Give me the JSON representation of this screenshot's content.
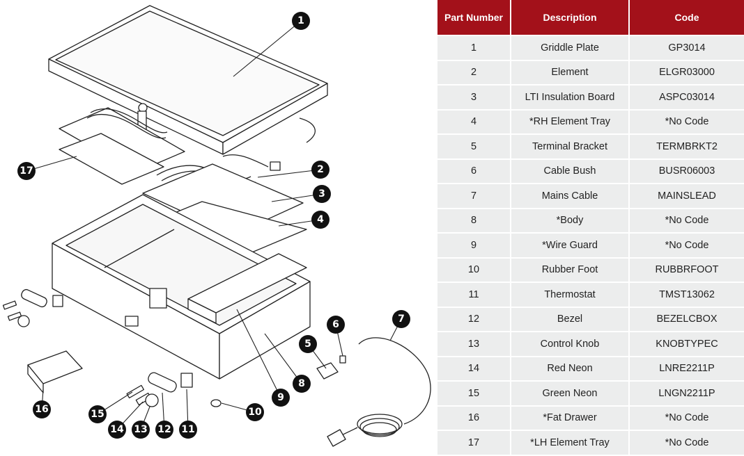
{
  "table": {
    "headers": [
      "Part Number",
      "Description",
      "Code"
    ],
    "rows": [
      [
        "1",
        "Griddle Plate",
        "GP3014"
      ],
      [
        "2",
        "Element",
        "ELGR03000"
      ],
      [
        "3",
        "LTI Insulation Board",
        "ASPC03014"
      ],
      [
        "4",
        "*RH Element Tray",
        "*No Code"
      ],
      [
        "5",
        "Terminal Bracket",
        "TERMBRKT2"
      ],
      [
        "6",
        "Cable Bush",
        "BUSR06003"
      ],
      [
        "7",
        "Mains Cable",
        "MAINSLEAD"
      ],
      [
        "8",
        "*Body",
        "*No Code"
      ],
      [
        "9",
        "*Wire Guard",
        "*No Code"
      ],
      [
        "10",
        "Rubber Foot",
        "RUBBRFOOT"
      ],
      [
        "11",
        "Thermostat",
        "TMST13062"
      ],
      [
        "12",
        "Bezel",
        "BEZELCBOX"
      ],
      [
        "13",
        "Control Knob",
        "KNOBTYPEC"
      ],
      [
        "14",
        "Red Neon",
        "LNRE2211P"
      ],
      [
        "15",
        "Green Neon",
        "LNGN2211P"
      ],
      [
        "16",
        "*Fat Drawer",
        "*No Code"
      ],
      [
        "17",
        "*LH Element Tray",
        "*No Code"
      ]
    ]
  },
  "diagram": {
    "callouts": [
      "1",
      "2",
      "3",
      "4",
      "5",
      "6",
      "7",
      "8",
      "9",
      "10",
      "11",
      "12",
      "13",
      "14",
      "15",
      "16",
      "17"
    ]
  },
  "colors": {
    "header_bg": "#a3111a",
    "row_bg": "#eceded",
    "line": "#222222"
  }
}
